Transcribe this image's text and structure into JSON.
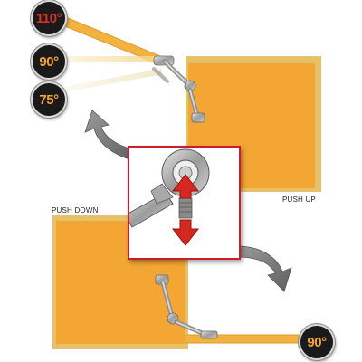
{
  "badges": {
    "angle_110": "110°",
    "angle_90_top": "90°",
    "angle_75": "75°",
    "angle_90_bottom": "90°"
  },
  "labels": {
    "push_down": "PUSH DOWN",
    "push_up": "PUSH UP"
  },
  "colors": {
    "door_fill": "#f3a634",
    "door_frame": "#e7c06a",
    "badge_red": "#d9302a",
    "badge_orange": "#f2a23a",
    "badge_bg": "#1a1a1a",
    "inset_border": "#c8202a",
    "arrow_gray": "#7a7a7a",
    "tool_arrow_red": "#d7281f"
  },
  "icons": {
    "tool": "wrench-icon",
    "adjust_arrows": "up-down-arrow-icon",
    "rotate_up": "curved-arrow-up-left-icon",
    "rotate_down": "curved-arrow-down-right-icon"
  }
}
